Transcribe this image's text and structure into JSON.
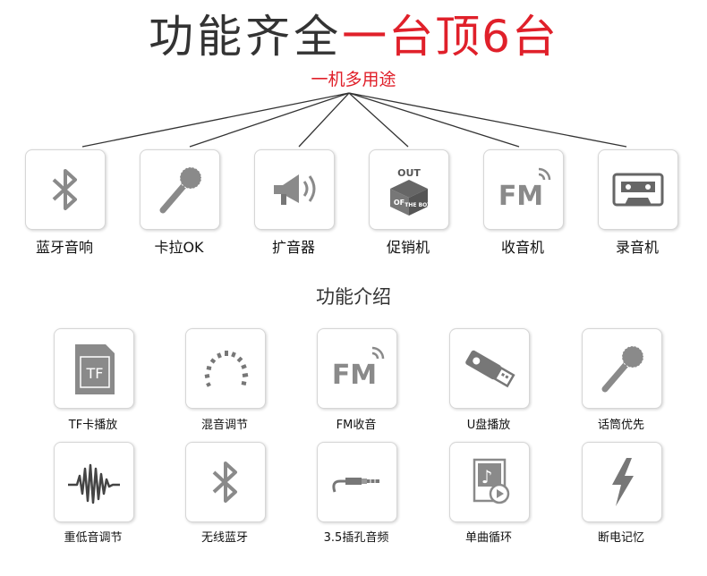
{
  "header": {
    "title_black": "功能齐全",
    "title_red": "一台顶6台",
    "subtitle": "一机多用途"
  },
  "top_row": [
    {
      "label": "蓝牙音响",
      "icon": "bluetooth-icon"
    },
    {
      "label": "卡拉OK",
      "icon": "microphone-icon"
    },
    {
      "label": "扩音器",
      "icon": "megaphone-icon"
    },
    {
      "label": "促销机",
      "icon": "out-of-the-box-icon"
    },
    {
      "label": "收音机",
      "icon": "fm-radio-icon"
    },
    {
      "label": "录音机",
      "icon": "cassette-tape-icon"
    }
  ],
  "section_title": "功能介绍",
  "features": [
    {
      "label": "TF卡播放",
      "icon": "tf-card-icon"
    },
    {
      "label": "混音调节",
      "icon": "mixer-dial-icon"
    },
    {
      "label": "FM收音",
      "icon": "fm-radio-icon"
    },
    {
      "label": "U盘播放",
      "icon": "usb-drive-icon"
    },
    {
      "label": "话筒优先",
      "icon": "microphone-icon"
    },
    {
      "label": "重低音调节",
      "icon": "sound-wave-icon"
    },
    {
      "label": "无线蓝牙",
      "icon": "bluetooth-icon"
    },
    {
      "label": "3.5插孔音频",
      "icon": "audio-jack-icon"
    },
    {
      "label": "单曲循环",
      "icon": "music-file-icon"
    },
    {
      "label": "断电记忆",
      "icon": "lightning-icon"
    }
  ],
  "fm_text": "FM",
  "tf_text": "TF",
  "box_text": [
    "OUT",
    "OF",
    "THE BOX"
  ],
  "colors": {
    "accent_red": "#e0202a",
    "icon_gray": "#8a8a8a",
    "border": "#d6d6d6"
  }
}
